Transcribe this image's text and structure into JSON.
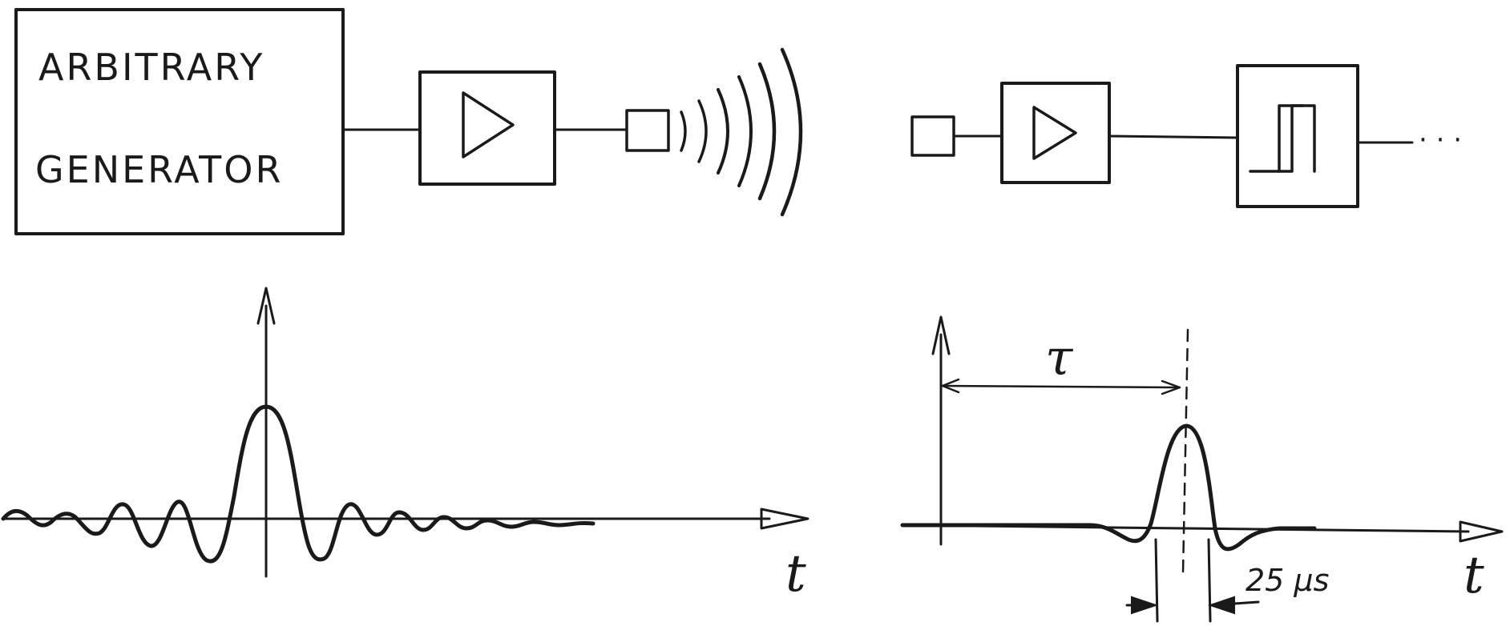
{
  "transmitter": {
    "generator_label_line1": "ARBITRARY",
    "generator_label_line2": "GENERATOR"
  },
  "receiver": {
    "output_continuation": "· · ·"
  },
  "plots": {
    "left_time_axis_label": "t",
    "right_time_axis_label": "t",
    "delay_label": "τ",
    "pulse_width_label": "25 μs"
  }
}
